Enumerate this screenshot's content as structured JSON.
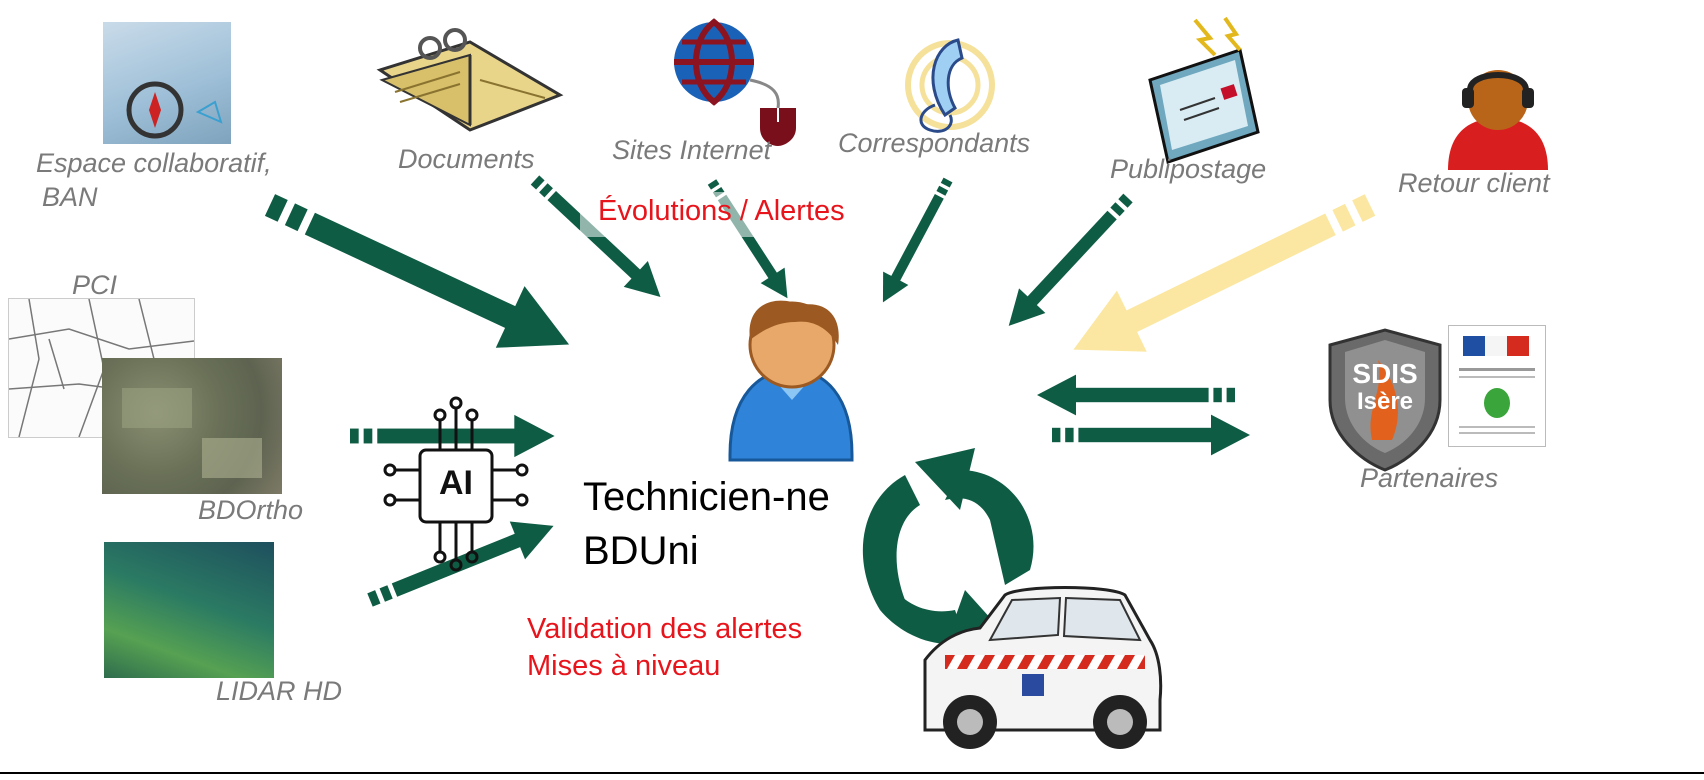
{
  "sources": {
    "espace_collab_line1": "Espace collaboratif,",
    "espace_collab_line2": "BAN",
    "documents": "Documents",
    "sites_internet": "Sites Internet",
    "correspondants": "Correspondants",
    "publipostage": "Publipostage",
    "retour_client": "Retour client",
    "pci": "PCI",
    "bdortho": "BDOrtho",
    "lidar": "LIDAR HD",
    "partenaires": "Partenaires"
  },
  "center": {
    "line1": "Technicien-ne",
    "line2": "BDUni"
  },
  "evolutions": "Évolutions / Alertes",
  "validation": {
    "line1": "Validation des alertes",
    "line2": "Mises à niveau"
  },
  "ai_badge": "AI",
  "sdis_line1": "SDIS",
  "sdis_line2": "Isère",
  "colors": {
    "arrow": "#0f5c45",
    "arrow_client": "#fbe7a1",
    "red": "#e8141c",
    "label": "#7a7a7a"
  }
}
